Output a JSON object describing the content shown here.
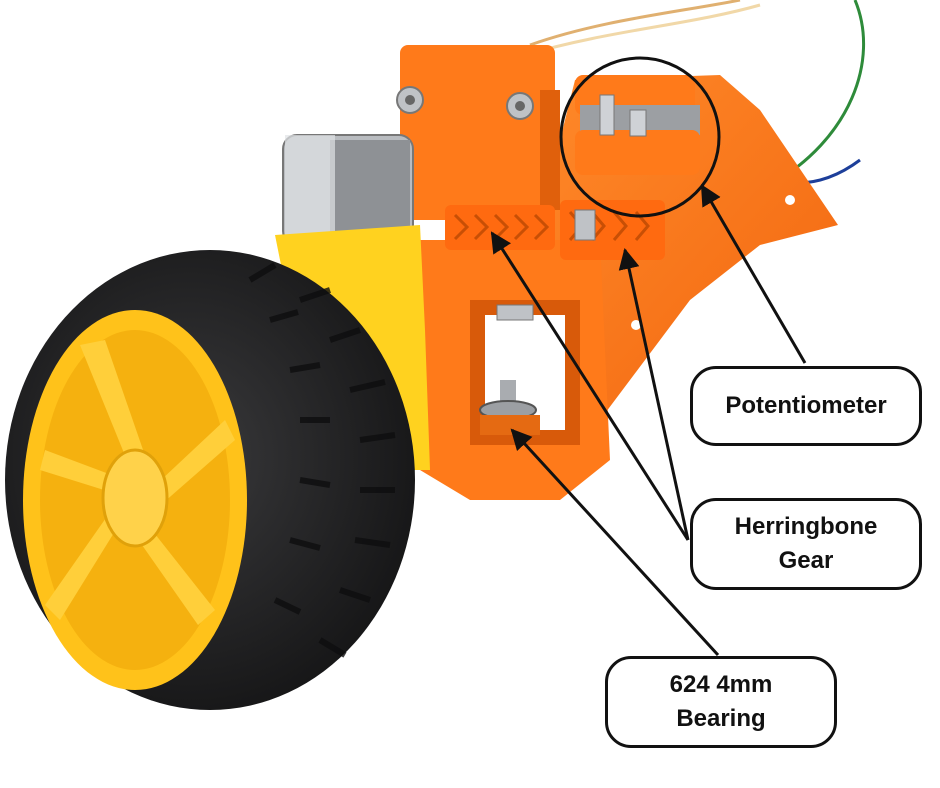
{
  "callouts": {
    "potentiometer": "Potentiometer",
    "gear_line1": "Herringbone",
    "gear_line2": "Gear",
    "bearing_line1": "624 4mm",
    "bearing_line2": "Bearing"
  },
  "colors": {
    "bracket_orange": "#ff7a1a",
    "bracket_shadow": "#e0600c",
    "tire_black": "#1c1c1e",
    "rim_yellow": "#ffc21a",
    "motor_yellow": "#ffd21f",
    "motor_metal": "#b9bcc0",
    "wire_green": "#2e8b3a",
    "wire_blue": "#1d3f9a",
    "wire_tan": "#e0b070",
    "annotation_black": "#111111"
  }
}
